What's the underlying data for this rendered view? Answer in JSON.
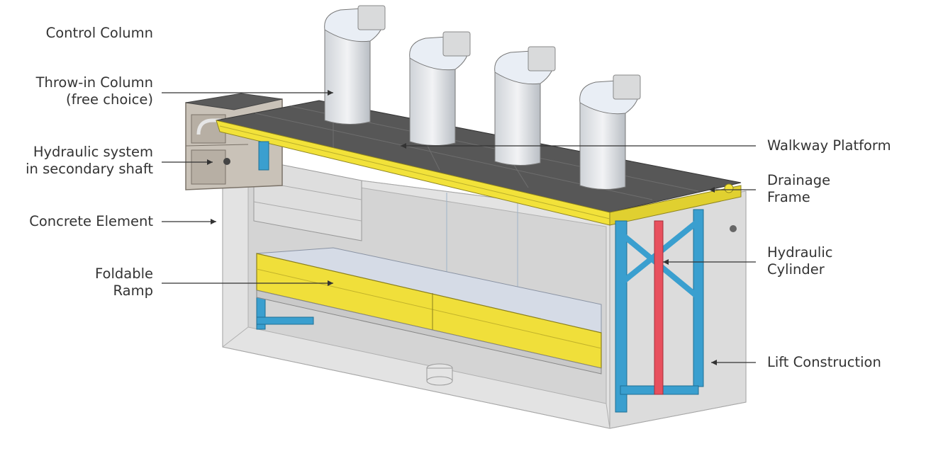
{
  "labels": {
    "control_column": "Control Column",
    "throw_in_column": [
      "Throw-in Column",
      "(free choice)"
    ],
    "hydraulic_system": [
      "Hydraulic system",
      "in secondary shaft"
    ],
    "concrete_element": "Concrete Element",
    "foldable_ramp": [
      "Foldable",
      "Ramp"
    ],
    "walkway_platform": "Walkway Platform",
    "drainage_frame": [
      "Drainage",
      "Frame"
    ],
    "hydraulic_cylinder": [
      "Hydraulic",
      "Cylinder"
    ],
    "lift_construction": "Lift Construction"
  },
  "colors": {
    "frame_yellow": "#f2e23a",
    "lift_blue": "#3a9fcf",
    "cylinder_red": "#e8505e",
    "concrete": "#e6e6e6",
    "platform": "#555555",
    "text": "#333333"
  }
}
